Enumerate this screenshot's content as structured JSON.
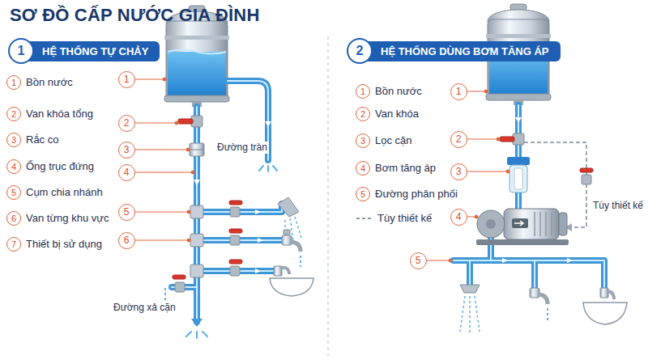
{
  "diagram": {
    "title": "SƠ ĐỒ CẤP NƯỚC GIA ĐÌNH",
    "nodes": [
      {
        "text": [
          "1",
          "HỆ THỐNG TỰ CHẢY"
        ]
      },
      {
        "text": [
          "2",
          "HỆ THỐNG DÙNG BƠM TĂNG ÁP"
        ]
      }
    ],
    "labels": [
      "1",
      "Bồn nước",
      "2",
      "Van khóa tổng",
      "3",
      "Rắc co",
      "4",
      "Ống trục đứng",
      "5",
      "Cụm chia nhánh",
      "6",
      "Van từng khu vực",
      "7",
      "Thiết bị sử dụng",
      "1",
      "2",
      "3",
      "4",
      "5",
      "6",
      "Đường tràn",
      "Đường xả cặn",
      "1",
      "Bồn nước",
      "2",
      "Van khóa",
      "3",
      "Lọc cặn",
      "4",
      "Bơm tăng áp",
      "5",
      "Đường phân phối",
      "1",
      "2",
      "3",
      "4",
      "5",
      "Tùy thiết kế"
    ],
    "legend": [
      {
        "text": "Tùy thiết kế"
      }
    ]
  }
}
